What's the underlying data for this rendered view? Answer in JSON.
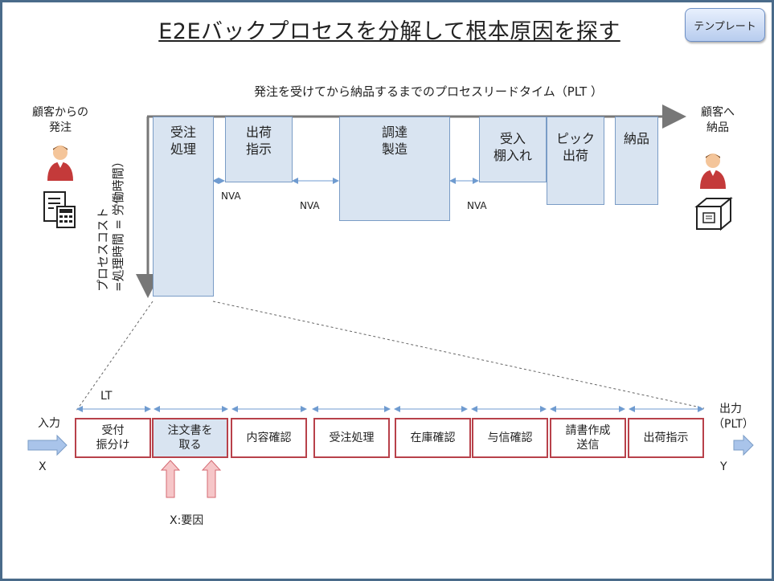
{
  "title": "E2Eバックプロセスを分解して根本原因を探す",
  "template_button": "テンプレート",
  "plt_label": "発注を受けてから納品するまでのプロセスリードタイム（PLT ）",
  "customer_left": {
    "line1": "顧客からの",
    "line2": "発注",
    "icon": "person-icon",
    "doc_icon": "calculator-icon"
  },
  "customer_right": {
    "line1": "顧客へ",
    "line2": "納品",
    "icon": "person-icon",
    "box_icon": "package-icon"
  },
  "cost_axis": {
    "line1": "プロセスコスト",
    "line2": "=処理時間 = 労働時間）"
  },
  "process_boxes": [
    {
      "line1": "受注",
      "line2": "処理"
    },
    {
      "line1": "出荷",
      "line2": "指示"
    },
    {
      "line1": "調達",
      "line2": "製造"
    },
    {
      "line1": "受入",
      "line2": "棚入れ"
    },
    {
      "line1": "ピック",
      "line2": "出荷"
    },
    {
      "line1": "納品",
      "line2": ""
    }
  ],
  "nva_labels": [
    "NVA",
    "NVA",
    "NVA"
  ],
  "lt_label": "LT",
  "input_label": "入力",
  "x_label": "X",
  "output_label": {
    "line1": "出力",
    "line2": "（PLT）"
  },
  "y_label": "Y",
  "steps": [
    {
      "line1": "受付",
      "line2": "振分け"
    },
    {
      "line1": "注文書を",
      "line2": "取る"
    },
    {
      "line1": "内容確認",
      "line2": ""
    },
    {
      "line1": "受注処理",
      "line2": ""
    },
    {
      "line1": "在庫確認",
      "line2": ""
    },
    {
      "line1": "与信確認",
      "line2": ""
    },
    {
      "line1": "請書作成",
      "line2": "送信"
    },
    {
      "line1": "出荷指示",
      "line2": ""
    }
  ],
  "factor_label": "X:要因"
}
